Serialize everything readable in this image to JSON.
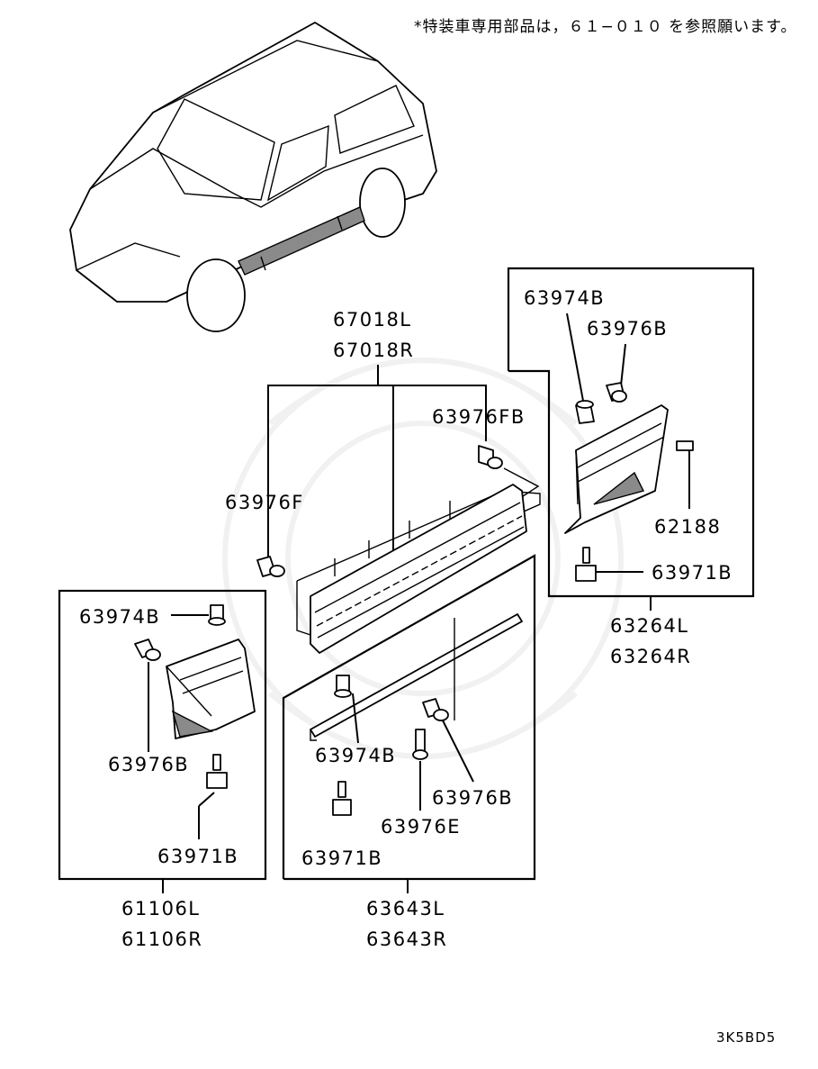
{
  "header_note": "*特装車専用部品は，６１−０１０ を参照願います。",
  "diagram_code": "3K5BD5",
  "labels": {
    "p67018L": "67018L",
    "p67018R": "67018R",
    "p63976FB": "63976FB",
    "p63976F": "63976F",
    "p63974B_right": "63974B",
    "p63976B_right": "63976B",
    "p62188": "62188",
    "p63971B_right": "63971B",
    "p63264L": "63264L",
    "p63264R": "63264R",
    "p63974B_left": "63974B",
    "p63976B_left": "63976B",
    "p63971B_left": "63971B",
    "p61106L": "61106L",
    "p61106R": "61106R",
    "p63974B_center": "63974B",
    "p63976B_center": "63976B",
    "p63976E": "63976E",
    "p63971B_center": "63971B",
    "p63643L": "63643L",
    "p63643R": "63643R"
  }
}
